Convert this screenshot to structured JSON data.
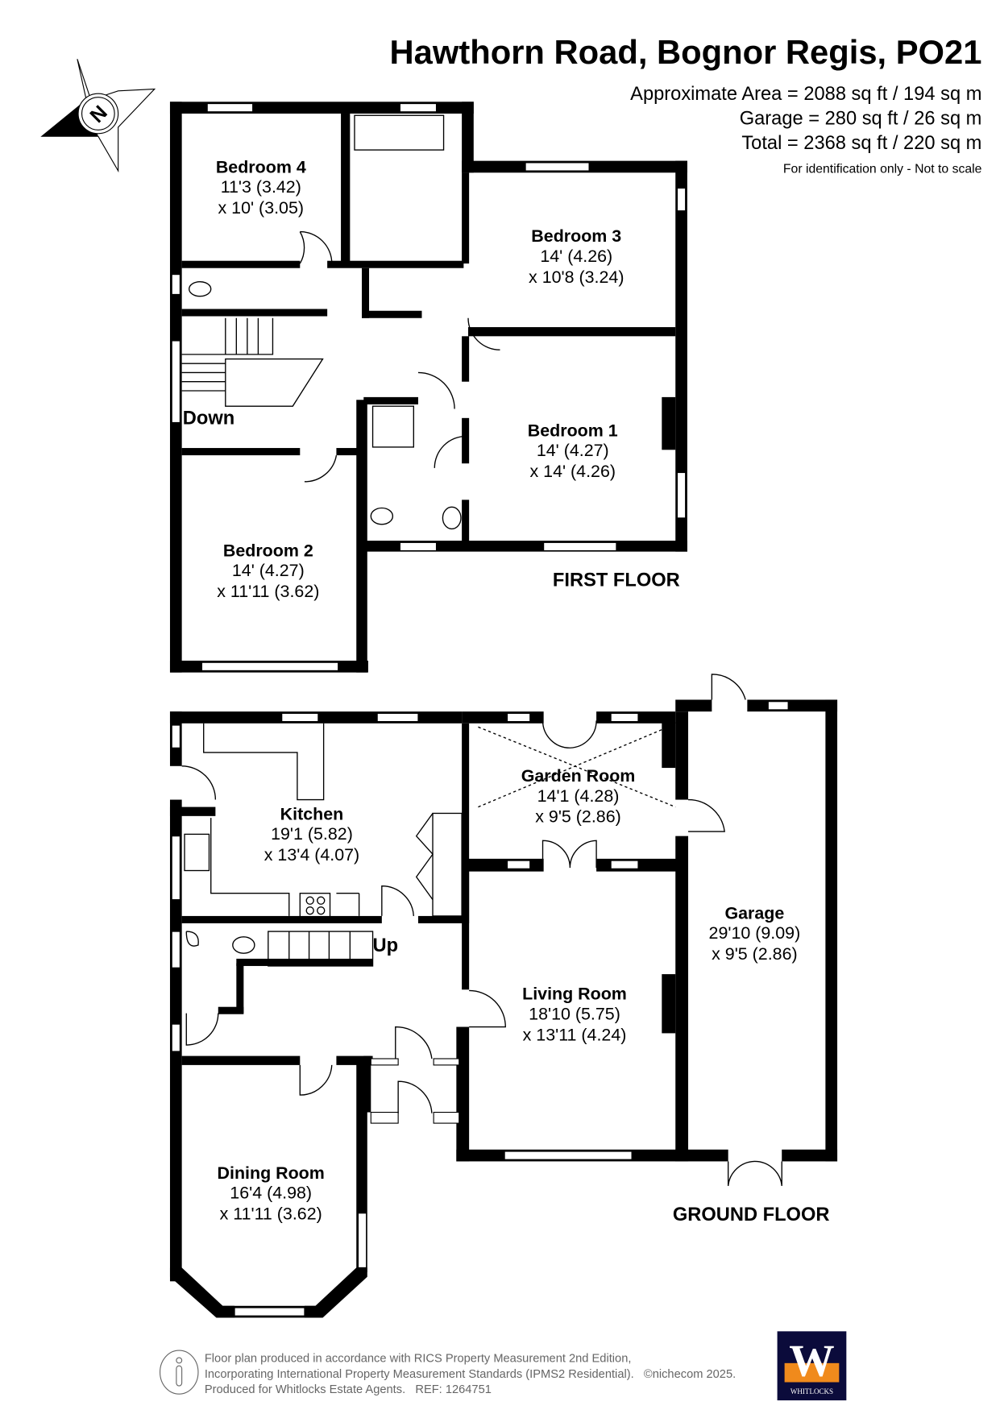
{
  "header": {
    "title": "Hawthorn Road, Bognor Regis, PO21",
    "area_lines": [
      "Approximate Area = 2088 sq ft / 194 sq m",
      "Garage = 280 sq ft / 26 sq m",
      "Total = 2368 sq ft / 220 sq m"
    ],
    "disclaimer": "For identification only - Not to scale",
    "compass_letter": "N"
  },
  "first_floor": {
    "label": "FIRST FLOOR",
    "stairs_label": "Down",
    "rooms": [
      {
        "name": "Bedroom 4",
        "dim1": "11'3 (3.42)",
        "dim2": "x 10' (3.05)"
      },
      {
        "name": "Bedroom 3",
        "dim1": "14' (4.26)",
        "dim2": "x 10'8 (3.24)"
      },
      {
        "name": "Bedroom 1",
        "dim1": "14' (4.27)",
        "dim2": "x 14' (4.26)"
      },
      {
        "name": "Bedroom 2",
        "dim1": "14' (4.27)",
        "dim2": "x 11'11 (3.62)"
      }
    ]
  },
  "ground_floor": {
    "label": "GROUND FLOOR",
    "stairs_label": "Up",
    "rooms": [
      {
        "name": "Kitchen",
        "dim1": "19'1 (5.82)",
        "dim2": "x 13'4 (4.07)"
      },
      {
        "name": "Garden Room",
        "dim1": "14'1 (4.28)",
        "dim2": "x 9'5 (2.86)"
      },
      {
        "name": "Garage",
        "dim1": "29'10 (9.09)",
        "dim2": "x 9'5 (2.86)"
      },
      {
        "name": "Living Room",
        "dim1": "18'10 (5.75)",
        "dim2": "x 13'11 (4.24)"
      },
      {
        "name": "Dining Room",
        "dim1": "16'4 (4.98)",
        "dim2": "x 11'11 (3.62)"
      }
    ]
  },
  "footer": {
    "lines": [
      "Floor plan produced in accordance with RICS Property Measurement 2nd Edition,",
      "Incorporating International Property Measurement Standards (IPMS2 Residential).   ©nichecom 2025.",
      "Produced for Whitlocks Estate Agents.   REF: 1264751"
    ],
    "logo_letter": "W",
    "logo_name": "WHITLOCKS"
  },
  "colors": {
    "logo_bg": "#0b0b3b",
    "logo_accent": "#f08a1c",
    "wall": "#000000"
  }
}
